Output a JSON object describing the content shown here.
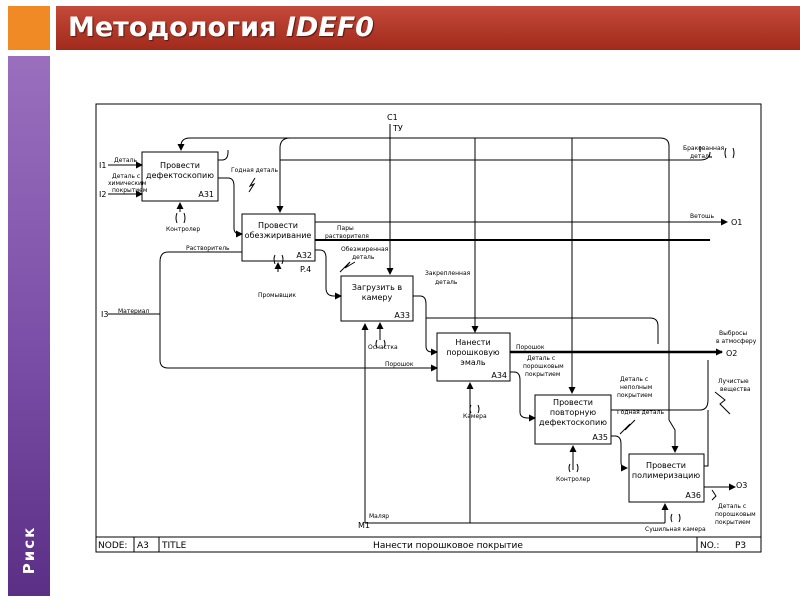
{
  "slide": {
    "title_prefix": "Методология ",
    "title_em": "IDEF0",
    "sidebar_label": "Риск"
  },
  "diagram": {
    "boxes": [
      {
        "label1": "Провести",
        "label2": "дефектоскопию",
        "id": "A31"
      },
      {
        "label1": "Провести",
        "label2": "обезжиривание",
        "id": "A32"
      },
      {
        "label1": "Загрузить в",
        "label2": "камеру",
        "id": "A33"
      },
      {
        "label1": "Нанести",
        "label2": "порошковую",
        "label3": "эмаль",
        "id": "A34"
      },
      {
        "label1": "Провести",
        "label2": "повторную",
        "label3": "дефектоскопию",
        "id": "A35"
      },
      {
        "label1": "Провести",
        "label2": "полимеризацию",
        "id": "A36"
      }
    ],
    "codes": {
      "c1": "C1",
      "tu": "ТУ",
      "i1": "I1",
      "i2": "I2",
      "i3": "I3",
      "o1": "O1",
      "o2": "O2",
      "o3": "O3",
      "m1": "M1",
      "p4": "P.4"
    },
    "labels": {
      "detal": "Деталь",
      "detal_chem1": "Деталь с",
      "detal_chem2": "химическим",
      "detal_chem3": "покрытием",
      "brak1": "Бракованная",
      "brak2": "деталь",
      "godnaya1": "Годная деталь",
      "kontroler1": "Контролер",
      "vetosh": "Ветошь",
      "rastvoritel": "Растворитель",
      "pary1": "Пары",
      "pary2": "растворителя",
      "obezzh1": "Обезжиренная",
      "obezzh2": "деталь",
      "promyvshik": "Промывщик",
      "material": "Материал",
      "zakrepl1": "Закрепленная",
      "zakrepl2": "деталь",
      "osnastka": "Оснастка",
      "poroshok1": "Порошок",
      "poroshok2": "Порошок",
      "vybrosy1": "Выбросы",
      "vybrosy2": "в атмосферу",
      "detal_por1": "Деталь с",
      "detal_por2": "порошковым",
      "detal_por3": "покрытием",
      "kamera": "Камера",
      "detal_nepoln1": "Деталь с",
      "detal_nepoln2": "неполным",
      "detal_nepoln3": "покрытием",
      "godnaya2": "Годная деталь",
      "luchist1": "Лучистые",
      "luchist2": "вещества",
      "kontroler2": "Контролер",
      "detal_por_b1": "Деталь с",
      "detal_por_b2": "порошковым",
      "detal_por_b3": "покрытием",
      "malyar": "Маляр",
      "sush_kamera": "Сушильная камера"
    },
    "footer": {
      "node_label": "NODE:",
      "node_value": "A3",
      "title_label": "TITLE",
      "title_value": "Нанести порошковое покрытие",
      "no_label": "NO.:",
      "no_value": "P3"
    }
  }
}
